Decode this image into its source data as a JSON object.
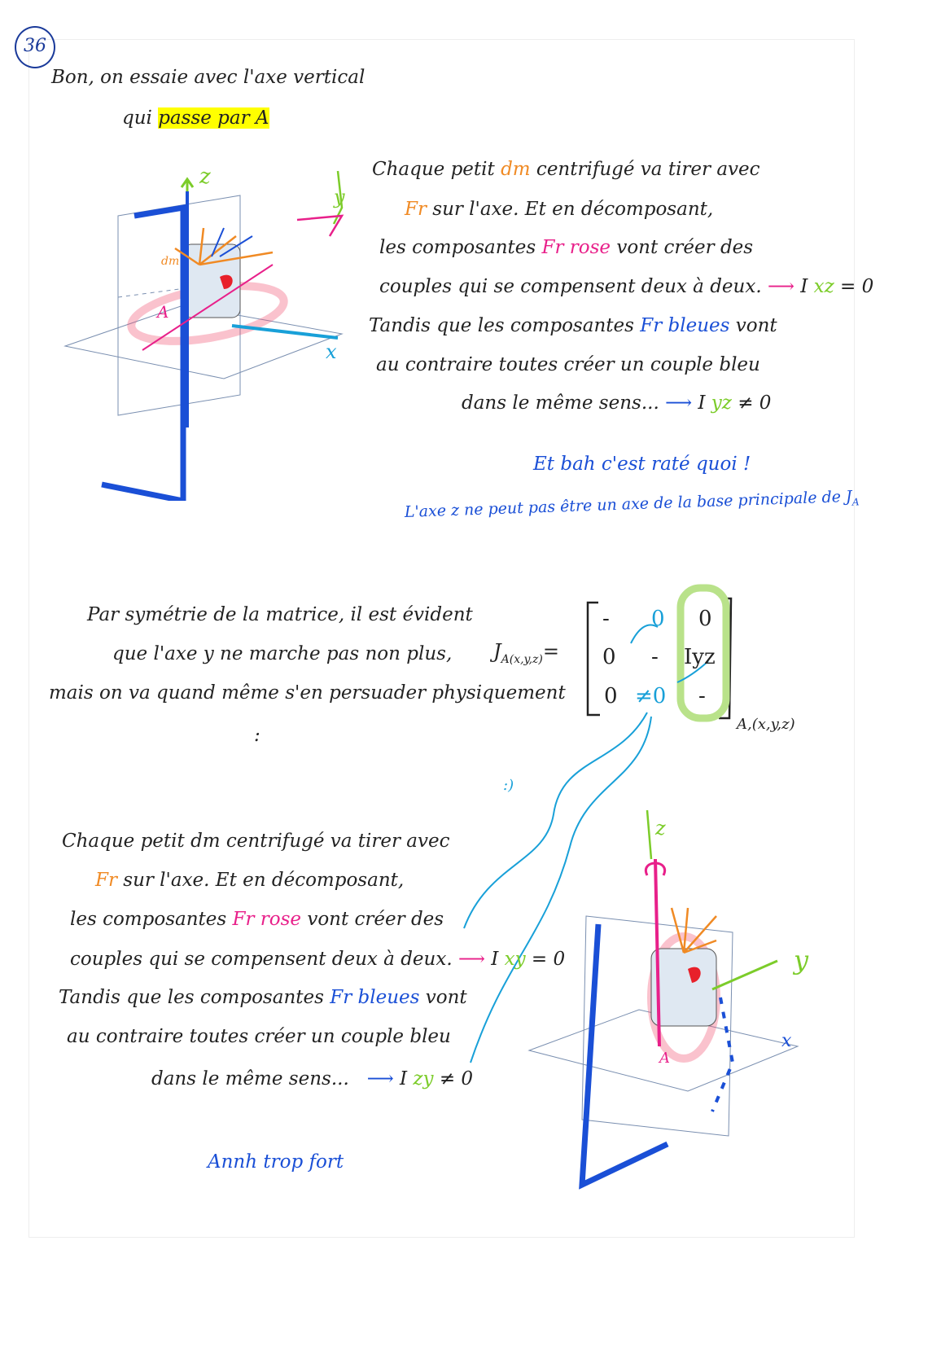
{
  "page_number": "36",
  "intro": {
    "line1": "Bon, on essaie avec l'axe vertical",
    "line2_prefix": "qui ",
    "line2_highlight": "passe par A"
  },
  "para1": {
    "l1a": "Chaque petit ",
    "l1b": "dm",
    "l1c": " centrifugé va tirer avec",
    "l2a": "Fr",
    "l2b": " sur l'axe.  Et en décomposant,",
    "l3a": "les composantes ",
    "l3b": "Fr rose",
    "l3c": " vont créer des",
    "l4a": "couples qui se compensent deux à deux.",
    "l4arrow": "⟶",
    "l4b": "I ",
    "l4c": "xz",
    "l4d": " = 0",
    "l5a": "Tandis que les composantes ",
    "l5b": "Fr bleues",
    "l5c": " vont",
    "l6": "au contraire toutes créer un couple bleu",
    "l7a": "dans le même sens...",
    "l7arrow": "⟶",
    "l7b": "I ",
    "l7c": "yz",
    "l7d": " ≠ 0"
  },
  "conclusion1": "Et bah c'est raté quoi !",
  "conclusion2": "L'axe z ne peut pas être un axe de la base principale de J",
  "conclusion2_sub": "A",
  "symmetry": {
    "l1": "Par symétrie de la matrice, il est évident",
    "l2": "que l'axe y ne marche pas non plus,",
    "l3": "mais on va quand même s'en persuader physiquement",
    "l4": ":"
  },
  "matrix": {
    "label": "J",
    "label_sub": "A(x,y,z)",
    "equals": "=",
    "cells": [
      [
        "-",
        "0",
        "0"
      ],
      [
        "0",
        "-",
        "Iyz"
      ],
      [
        "0",
        "≠0",
        "-"
      ]
    ],
    "basis": "A,(x,y,z)"
  },
  "smiley": ":)",
  "para2": {
    "l1": "Chaque petit dm centrifugé va tirer avec",
    "l2a": "Fr",
    "l2b": " sur l'axe.  Et en décomposant,",
    "l3a": "les composantes ",
    "l3b": "Fr rose",
    "l3c": " vont créer des",
    "l4a": "couples qui se compensent deux à deux.",
    "l4arrow": "⟶",
    "l4b": "I ",
    "l4c": "xy",
    "l4d": " = 0",
    "l5a": "Tandis que les composantes ",
    "l5b": "Fr bleues",
    "l5c": " vont",
    "l6": "au contraire toutes créer un couple bleu",
    "l7a": "dans le même sens...",
    "l7arrow": "⟶",
    "l7b": "I ",
    "l7c": "zy",
    "l7d": " ≠ 0"
  },
  "outro": "Annh trop fort",
  "diagram1": {
    "z": "z",
    "y": "y",
    "x": "x",
    "dm": "dm",
    "A": "A"
  },
  "diagram2": {
    "z": "z",
    "y": "y",
    "x": "x",
    "A": "A"
  },
  "colors": {
    "orange": "#f08a24",
    "pink": "#e8208a",
    "blue": "#1a4fd6",
    "green": "#7ccc2a",
    "cyan": "#18a0d8"
  }
}
